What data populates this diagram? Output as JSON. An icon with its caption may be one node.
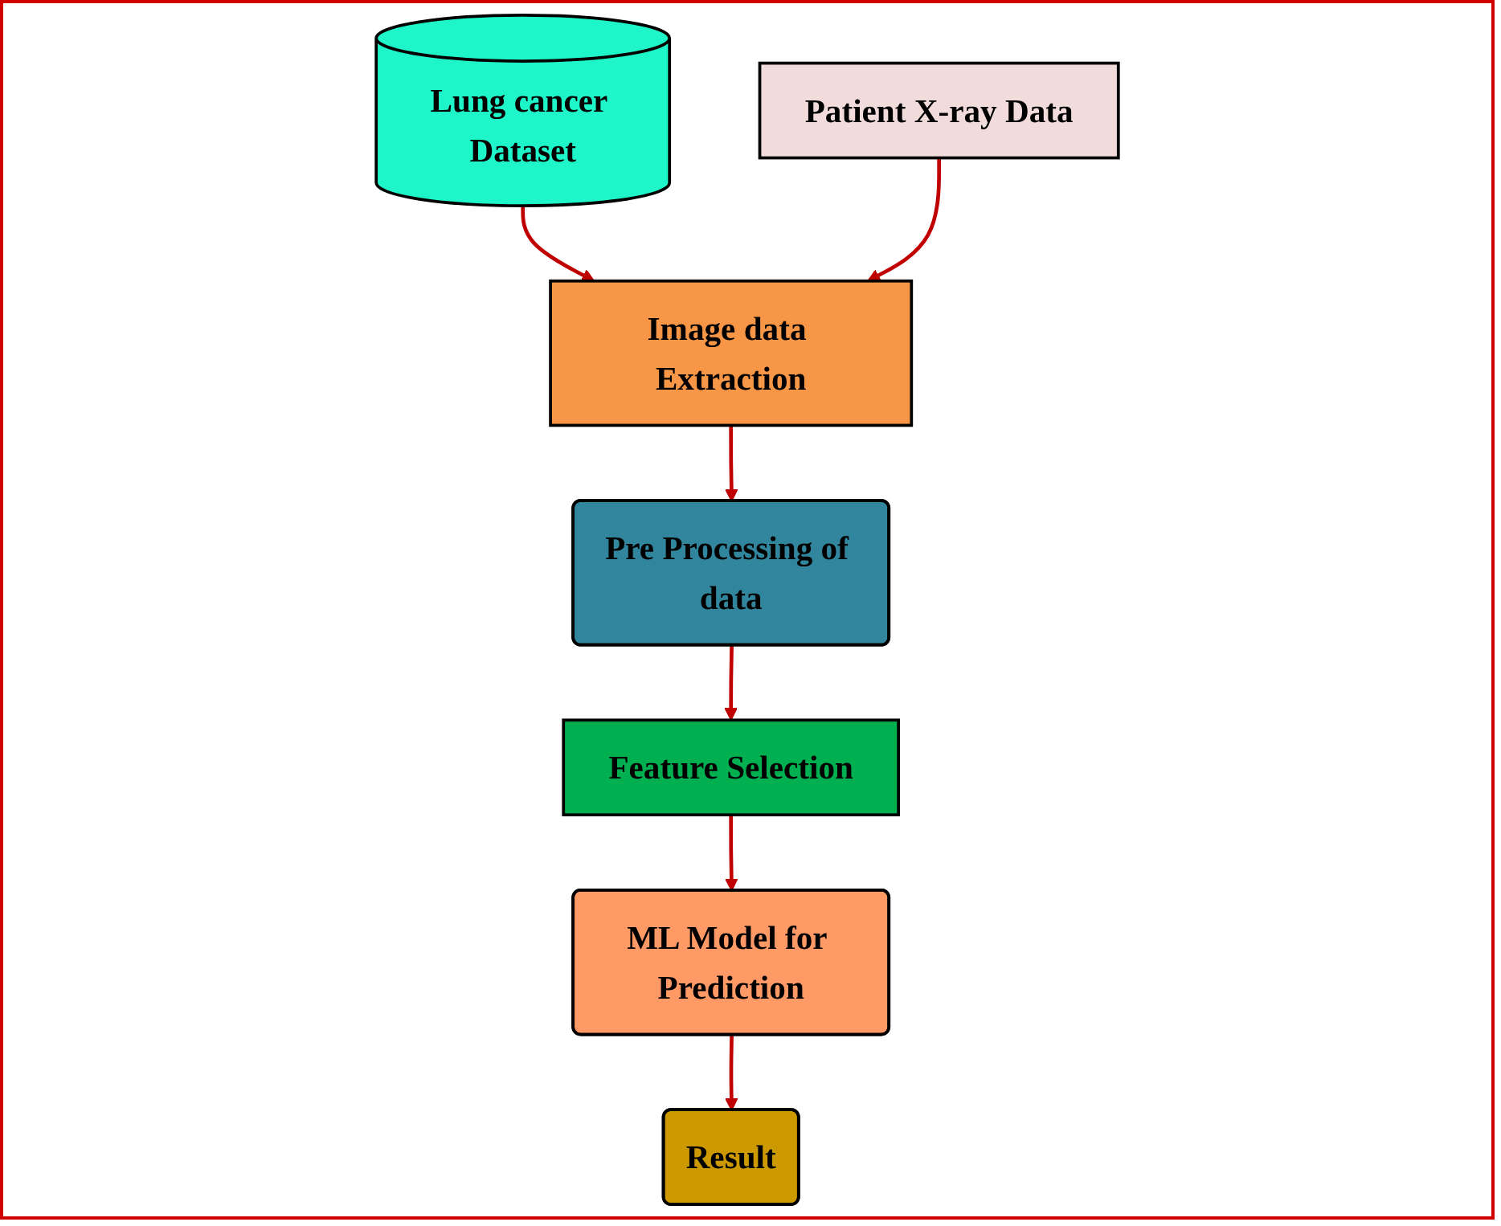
{
  "diagram": {
    "nodes": [
      {
        "text": [
          "Lung cancer Dataset"
        ]
      },
      {
        "text": [
          "Patient X-ray Data"
        ]
      },
      {
        "text": [
          "Image data Extraction"
        ]
      },
      {
        "text": [
          "Pre Processing of data"
        ]
      },
      {
        "text": [
          "Feature Selection"
        ]
      },
      {
        "text": [
          "ML Model for Prediction"
        ]
      },
      {
        "text": [
          "Result"
        ]
      }
    ],
    "edges": [
      {
        "from": 0,
        "to": 2,
        "arrow": "to"
      },
      {
        "from": 1,
        "to": 2,
        "arrow": "to"
      },
      {
        "from": 2,
        "to": 3,
        "arrow": "to"
      },
      {
        "from": 3,
        "to": 4,
        "arrow": "to"
      },
      {
        "from": 4,
        "to": 5,
        "arrow": "to"
      },
      {
        "from": 5,
        "to": 6,
        "arrow": "to"
      }
    ]
  }
}
